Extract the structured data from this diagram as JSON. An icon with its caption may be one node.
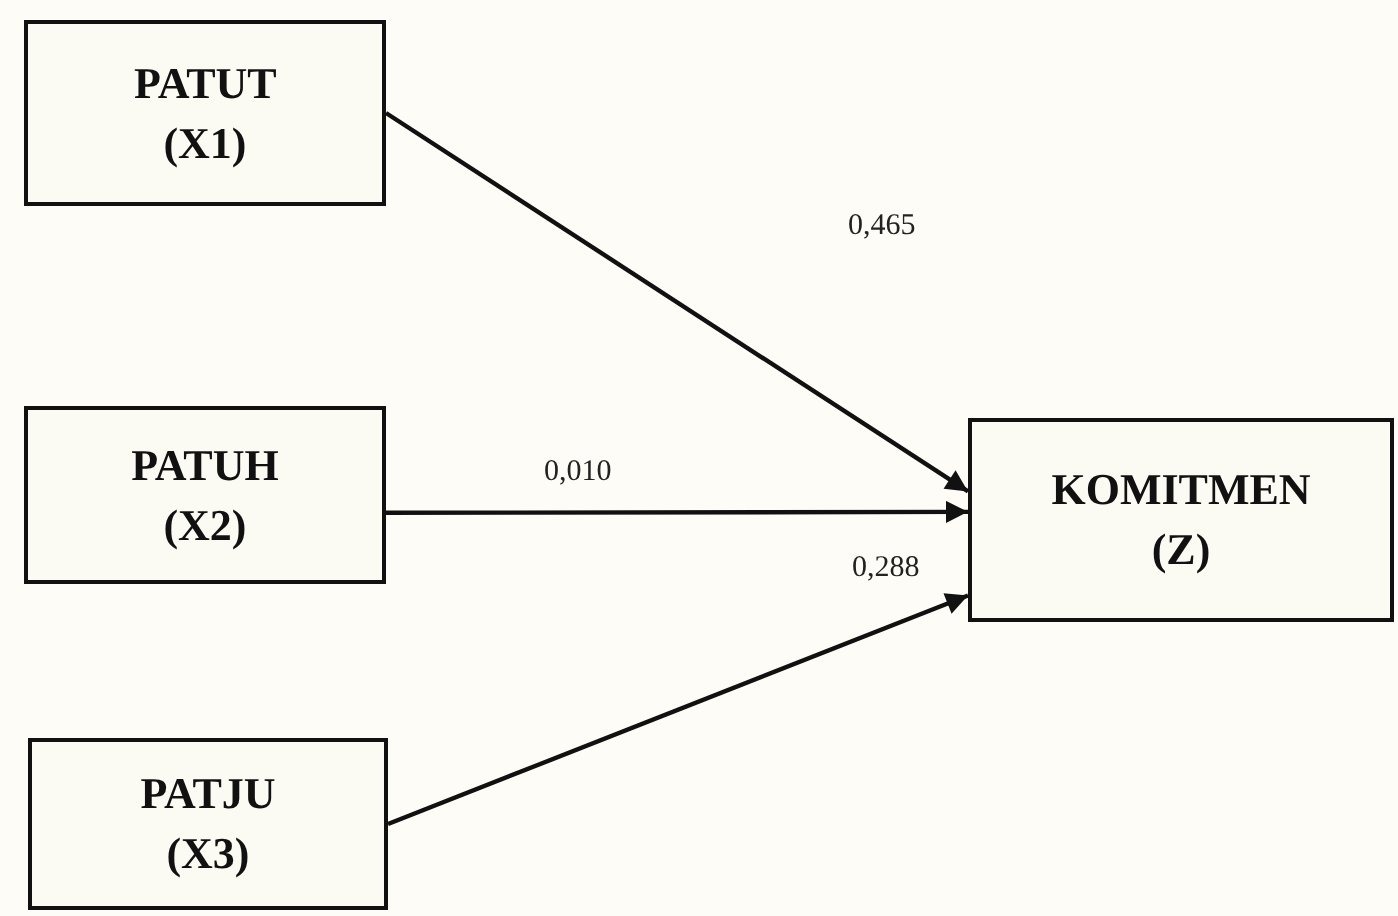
{
  "diagram": {
    "nodes": [
      {
        "text": [
          "PATUT (X1)"
        ]
      },
      {
        "text": [
          "PATUH (X2)"
        ]
      },
      {
        "text": [
          "PATJU (X3)"
        ]
      },
      {
        "text": [
          "KOMITMEN (Z)"
        ]
      }
    ],
    "edges": [
      {
        "from": 0,
        "to": 3,
        "arrow": "to",
        "label": "0,465"
      },
      {
        "from": 1,
        "to": 3,
        "arrow": "to",
        "label": "0,010"
      },
      {
        "from": 2,
        "to": 3,
        "arrow": "to",
        "label": "0,288"
      }
    ]
  }
}
